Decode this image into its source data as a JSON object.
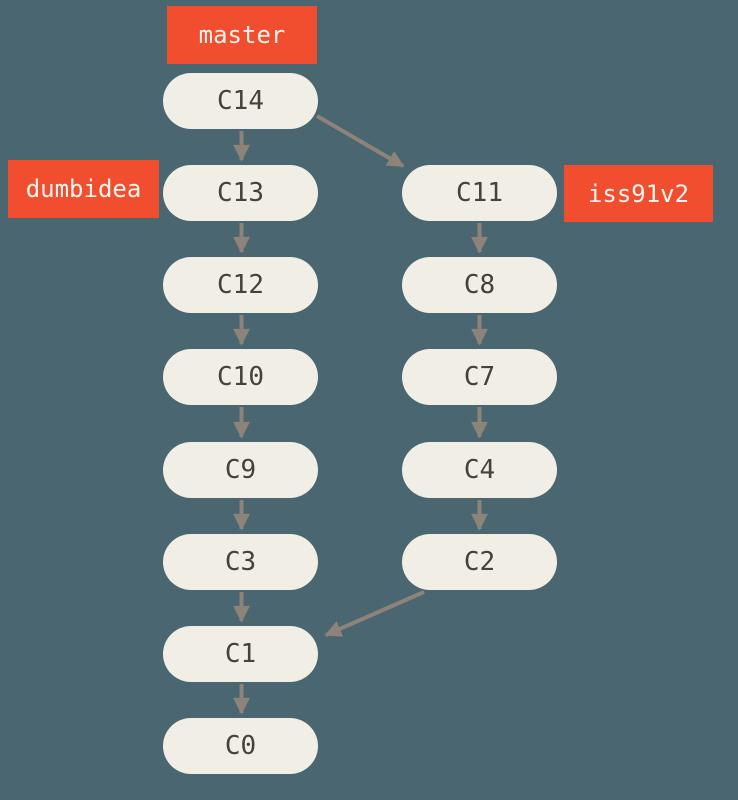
{
  "diagram": {
    "type": "git-commit-graph",
    "colors": {
      "background": "#4a6670",
      "branch_label_fill": "#f04e2f",
      "branch_label_text": "#f7f4ee",
      "node_fill": "#f1eee6",
      "node_text": "#474239",
      "arrow": "#8d8379"
    }
  },
  "branch_labels": [
    {
      "label": "master",
      "points_to": "C14"
    },
    {
      "label": "dumbidea",
      "points_to": "C13"
    },
    {
      "label": "iss91v2",
      "points_to": "C11"
    }
  ],
  "nodes": [
    {
      "label": "C14"
    },
    {
      "label": "C13"
    },
    {
      "label": "C12"
    },
    {
      "label": "C10"
    },
    {
      "label": "C9"
    },
    {
      "label": "C3"
    },
    {
      "label": "C1"
    },
    {
      "label": "C0"
    },
    {
      "label": "C11"
    },
    {
      "label": "C8"
    },
    {
      "label": "C7"
    },
    {
      "label": "C4"
    },
    {
      "label": "C2"
    }
  ],
  "edges": [
    {
      "from": "C14",
      "to": "C13"
    },
    {
      "from": "C13",
      "to": "C12"
    },
    {
      "from": "C12",
      "to": "C10"
    },
    {
      "from": "C10",
      "to": "C9"
    },
    {
      "from": "C9",
      "to": "C3"
    },
    {
      "from": "C3",
      "to": "C1"
    },
    {
      "from": "C1",
      "to": "C0"
    },
    {
      "from": "C14",
      "to": "C11"
    },
    {
      "from": "C11",
      "to": "C8"
    },
    {
      "from": "C8",
      "to": "C7"
    },
    {
      "from": "C7",
      "to": "C4"
    },
    {
      "from": "C4",
      "to": "C2"
    },
    {
      "from": "C2",
      "to": "C1"
    }
  ]
}
